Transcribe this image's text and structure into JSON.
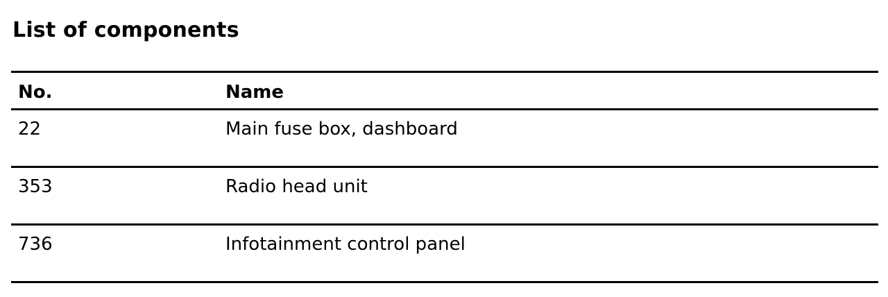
{
  "title": "List of components",
  "table": {
    "headers": {
      "no": "No.",
      "name": "Name"
    },
    "rows": [
      {
        "no": "22",
        "name": "Main fuse box, dashboard"
      },
      {
        "no": "353",
        "name": "Radio head unit"
      },
      {
        "no": "736",
        "name": "Infotainment control panel"
      }
    ]
  }
}
